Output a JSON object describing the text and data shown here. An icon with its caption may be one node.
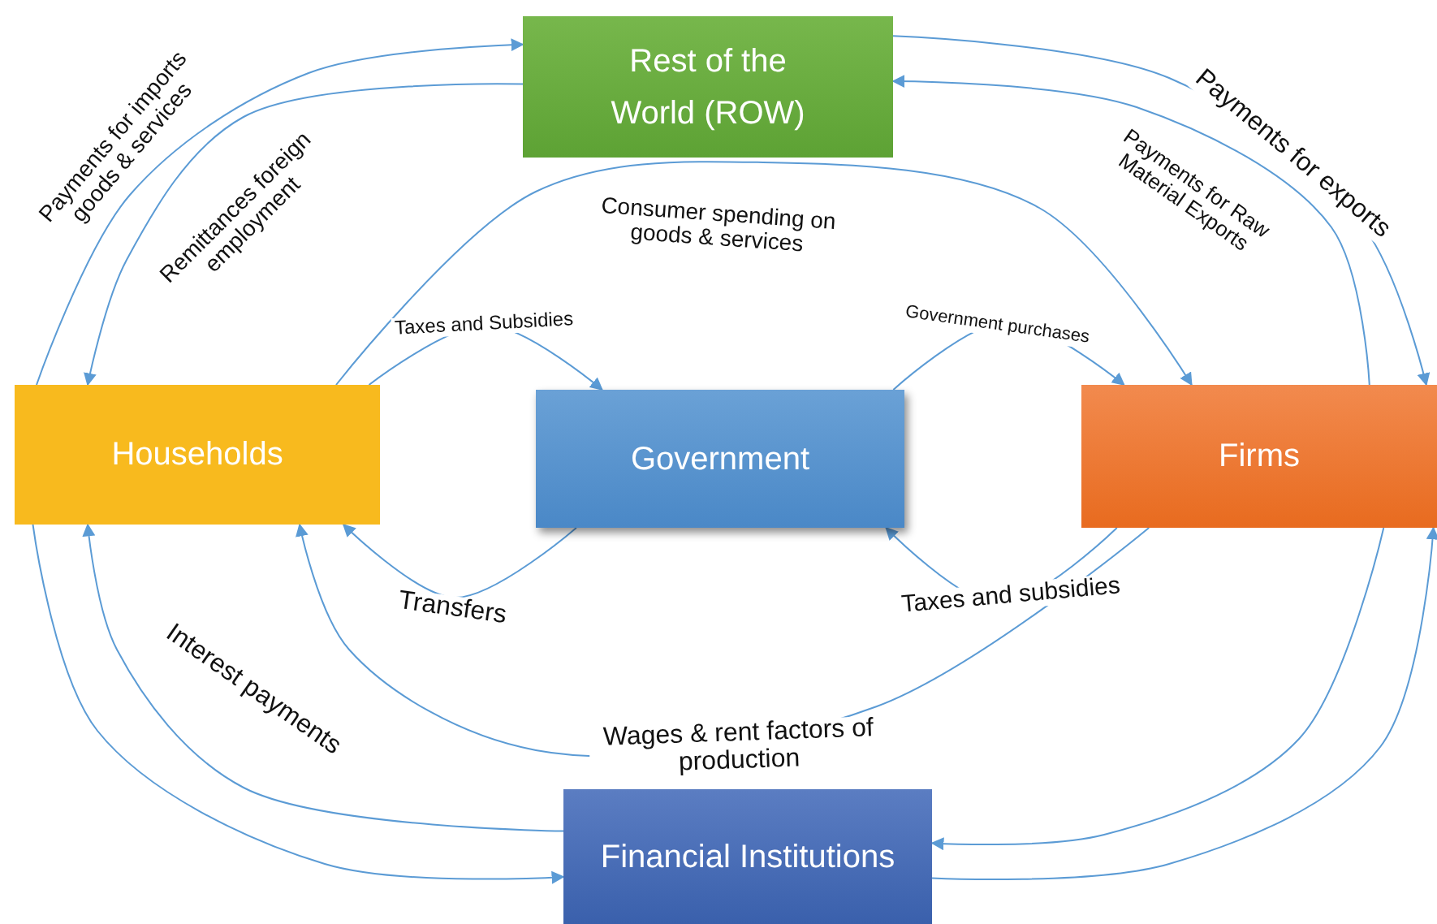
{
  "diagram": {
    "nodes": [
      {
        "text": [
          "Rest of the World (ROW)"
        ]
      },
      {
        "text": [
          "Households"
        ]
      },
      {
        "text": [
          "Government"
        ]
      },
      {
        "text": [
          "Firms"
        ]
      },
      {
        "text": [
          "Financial Institutions"
        ]
      }
    ],
    "edges": [
      {
        "from": 1,
        "to": 0,
        "arrow": "to",
        "label": "Payments for imports goods & services"
      },
      {
        "from": 0,
        "to": 1,
        "arrow": "to",
        "label": "Remittances foreign employment"
      },
      {
        "from": 1,
        "to": 3,
        "arrow": "to",
        "label": "Consumer spending on goods & services"
      },
      {
        "from": 1,
        "to": 2,
        "arrow": "to",
        "label": "Taxes and Subsidies"
      },
      {
        "from": 2,
        "to": 3,
        "arrow": "to",
        "label": "Government purchases"
      },
      {
        "from": 0,
        "to": 3,
        "arrow": "to",
        "label": "Payments for exports"
      },
      {
        "from": 3,
        "to": 0,
        "arrow": "to",
        "label": "Payments for Raw Material Exports"
      },
      {
        "from": 2,
        "to": 1,
        "arrow": "to",
        "label": "Transfers"
      },
      {
        "from": 3,
        "to": 2,
        "arrow": "to",
        "label": "Taxes and subsidies"
      },
      {
        "from": 3,
        "to": 1,
        "arrow": "to",
        "label": "Wages & rent factors of production"
      },
      {
        "from": 4,
        "to": 1,
        "arrow": "to",
        "label": "Interest payments"
      },
      {
        "from": 1,
        "to": 4,
        "arrow": "to"
      },
      {
        "from": 3,
        "to": 4,
        "arrow": "to"
      },
      {
        "from": 4,
        "to": 3,
        "arrow": "to"
      }
    ]
  }
}
